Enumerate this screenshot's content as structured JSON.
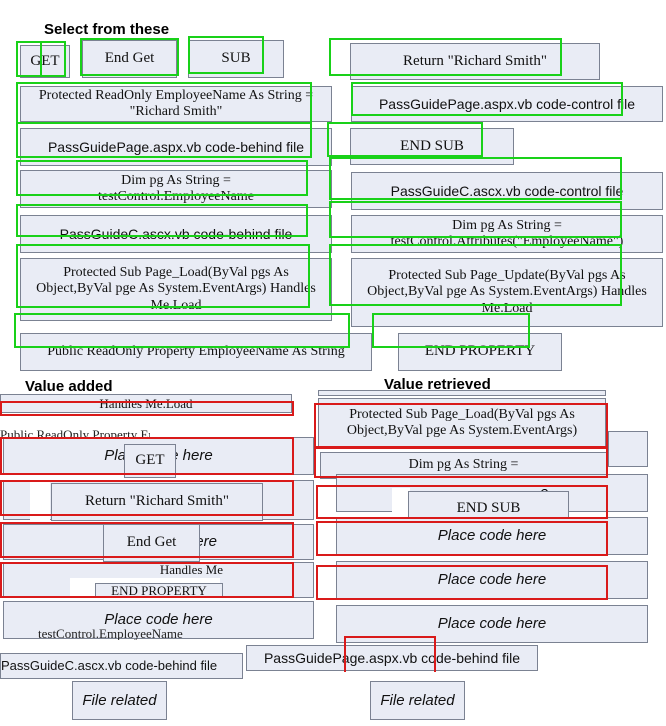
{
  "headers": {
    "select": "Select from these",
    "added": "Value added",
    "retrieved": "Value retrieved"
  },
  "source": {
    "get": "GET",
    "end_get": "End Get",
    "sub": "SUB",
    "return_rs": "Return \"Richard Smith\"",
    "protected_readonly": "Protected ReadOnly EmployeeName As String = \"Richard Smith\"",
    "pass_guide_page_control": "PassGuidePage.aspx.vb code-control file",
    "pass_guide_page_behind": "PassGuidePage.aspx.vb code-behind file",
    "end_sub": "END SUB",
    "dim_employee": "Dim pg As String = testControl.EmployeeName",
    "pass_guide_c_control": "PassGuideC.ascx.vb code-control file",
    "pass_guide_c_behind": "PassGuideC.ascx.vb code-behind file",
    "dim_attributes": "Dim pg As String = testControl.Attributes(\"EmployeeName\")",
    "page_load": "Protected Sub Page_Load(ByVal pgs As Object,ByVal pge As System.EventArgs) Handles Me.Load",
    "page_update": "Protected Sub Page_Update(ByVal pgs As Object,ByVal pge As System.EventArgs) Handles Me.Load",
    "public_property": "Public ReadOnly Property EmployeeName As String",
    "end_property": "END PROPERTY"
  },
  "added": {
    "frag_handles": "Handles Me.Load",
    "frag_public": "Public ReadOnly Property EmployeeName As String",
    "placeholder_1": "Place code here",
    "get": "GET",
    "return_rs": "Return \"Richard Smith\"",
    "placeholder_3": "Place code here",
    "end_get": "End Get",
    "frag_handles_2": "Handles Me",
    "frag_end_property": "END PROPERTY",
    "placeholder_6": "Place code here",
    "frag_test_control": "testControl.EmployeeName",
    "file_label": "PassGuideC.ascx.vb code-behind file",
    "file_related": "File related"
  },
  "retrieved": {
    "page_load": "Protected Sub Page_Load(ByVal pgs As Object,ByVal pge As System.EventArgs)",
    "dim_line": "Dim pg As String =",
    "frag_here": "e",
    "end_sub": "END SUB",
    "placeholder_4": "Place code here",
    "placeholder_5": "Place code here",
    "placeholder_6": "Place code here",
    "file_label": "PassGuidePage.aspx.vb code-behind file",
    "file_related": "File related"
  }
}
